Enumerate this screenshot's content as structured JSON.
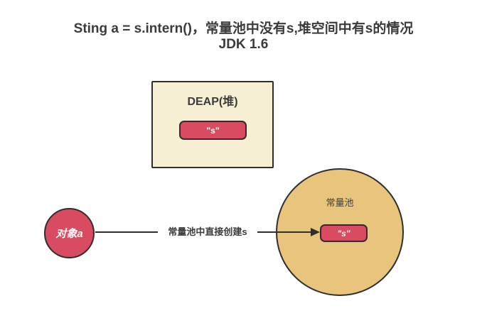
{
  "title": {
    "line1": "Sting a = s.intern()，常量池中没有s,堆空间中有s的情况",
    "line2": "JDK 1.6"
  },
  "heap": {
    "label": "DEAP(堆)",
    "value": "\"s\""
  },
  "pool": {
    "label": "常量池",
    "value": "\"s\""
  },
  "object": {
    "label": "对象a"
  },
  "arrow": {
    "label": "常量池中直接创建s"
  },
  "colors": {
    "red": "#d94b60",
    "tan": "#e9c47d",
    "cream": "#f7efd4",
    "line": "#2e2e2e",
    "text": "#3b3b3b",
    "bg": "#ffffff"
  }
}
